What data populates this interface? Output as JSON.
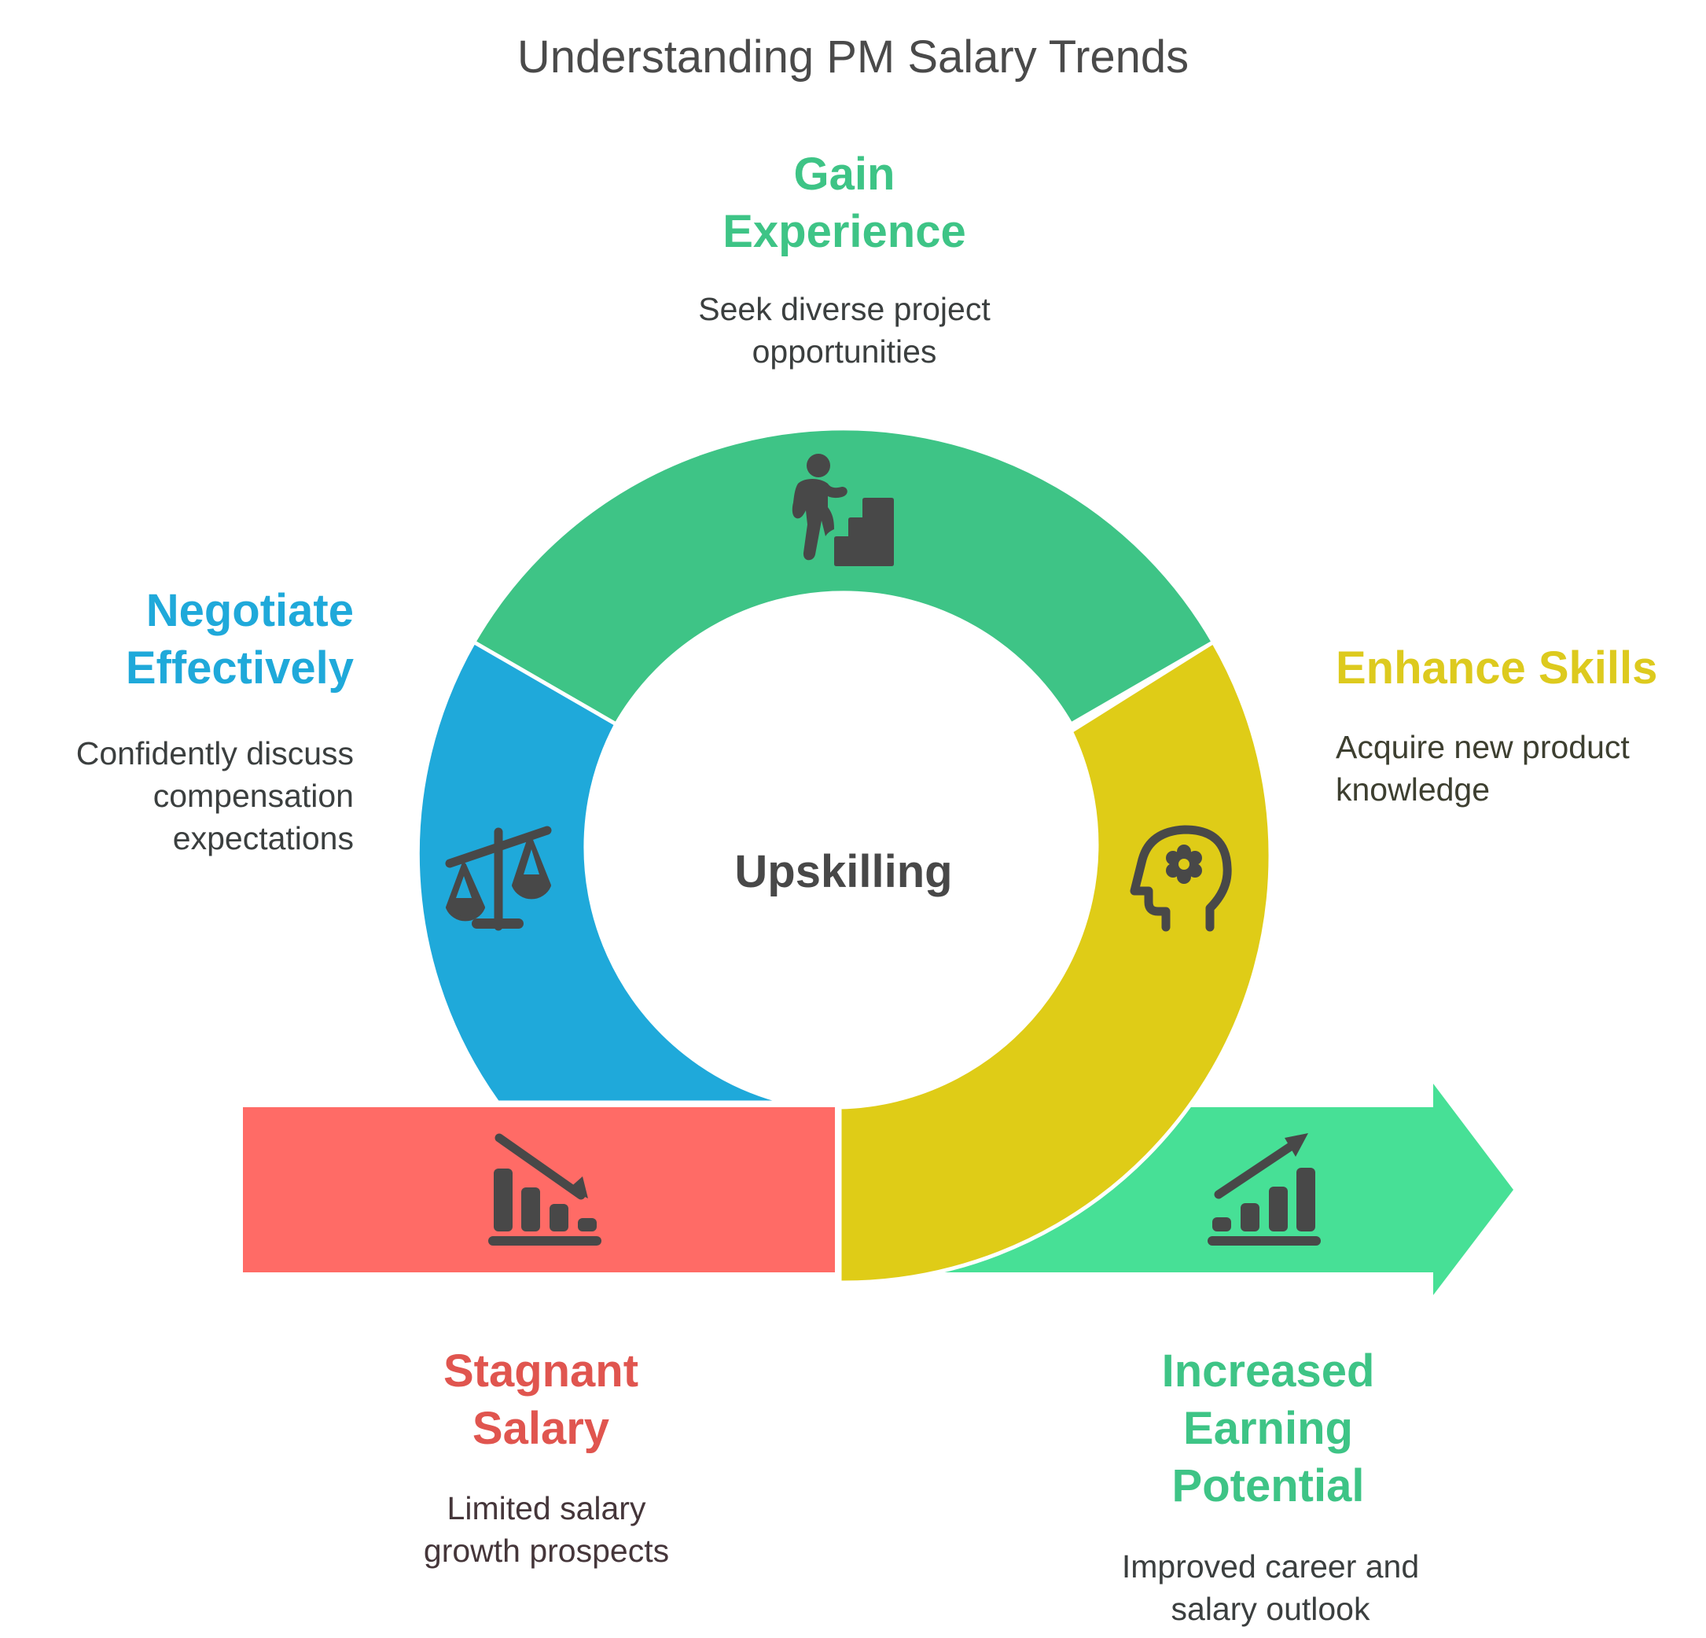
{
  "title": "Understanding PM Salary Trends",
  "center_label": "Upskilling",
  "colors": {
    "gain_experience": "#3EC486",
    "negotiate": "#1FA9DA",
    "enhance_skills": "#DFCC17",
    "stagnant": "#FF6B66",
    "increased": "#47E096",
    "icon": "#484848",
    "text_dark": "#3B3F3F",
    "label_gain": "#3EC486",
    "label_negotiate": "#1FA9DA",
    "label_enhance": "#DDCA1E",
    "label_stagnant": "#E0554F",
    "label_increased": "#3EC486"
  },
  "stages": {
    "gain_experience": {
      "heading": [
        "Gain",
        "Experience"
      ],
      "description": [
        "Seek diverse project",
        "opportunities"
      ],
      "icon": "person-climbing-stairs-icon"
    },
    "negotiate": {
      "heading": [
        "Negotiate",
        "Effectively"
      ],
      "description": [
        "Confidently discuss",
        "compensation",
        "expectations"
      ],
      "icon": "balance-scale-icon"
    },
    "enhance_skills": {
      "heading": [
        "Enhance Skills"
      ],
      "description": [
        "Acquire new product",
        "knowledge"
      ],
      "icon": "head-gear-icon"
    },
    "stagnant_salary": {
      "heading": [
        "Stagnant",
        "Salary"
      ],
      "description": [
        "Limited salary",
        "growth prospects"
      ],
      "icon": "declining-bar-chart-icon"
    },
    "increased_earning": {
      "heading": [
        "Increased",
        "Earning",
        "Potential"
      ],
      "description": [
        "Improved career and",
        "salary outlook"
      ],
      "icon": "rising-bar-chart-icon"
    }
  }
}
